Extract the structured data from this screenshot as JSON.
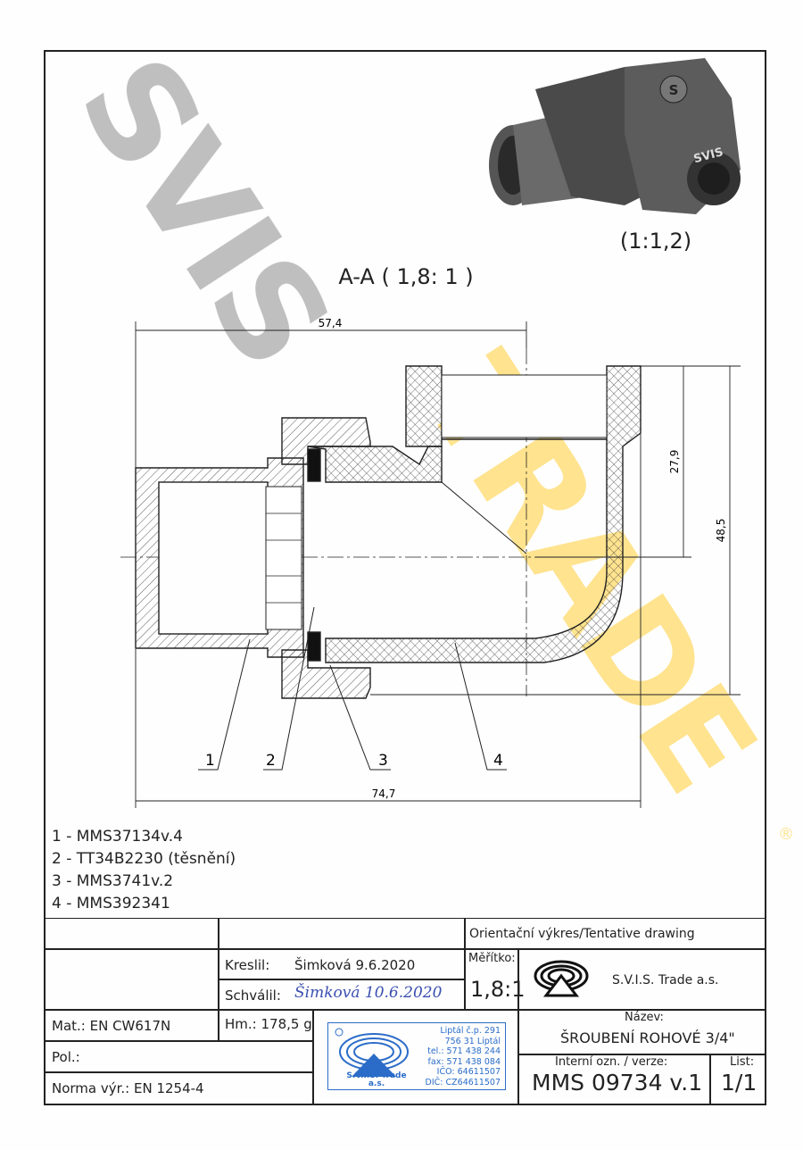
{
  "watermark": {
    "word1": "SVIS",
    "word2": "TRADE",
    "registered": "®"
  },
  "photo": {
    "scale": "(1:1,2)",
    "brand_mark": "SVIS",
    "s_mark": "S"
  },
  "section": {
    "title": "A-A ( 1,8: 1 )"
  },
  "dimensions": {
    "top_width": "57,4",
    "total_width": "74,7",
    "height_small": "27,9",
    "height_large": "48,5"
  },
  "callouts": [
    "1",
    "2",
    "3",
    "4"
  ],
  "parts": [
    "1 - MMS37134v.4",
    "2 - TT34B2230 (těsnění)",
    "3 - MMS3741v.2",
    "4 - MMS392341"
  ],
  "title_block": {
    "note": "Orientační výkres/Tentative drawing",
    "drawn_label": "Kreslil:",
    "drawn_value": "Šimková 9.6.2020",
    "approved_label": "Schválil:",
    "approved_signature": "Šimková 10.6.2020",
    "scale_label": "Měřítko:",
    "scale_value": "1,8:1",
    "company": "S.V.I.S. Trade a.s.",
    "material": "Mat.: EN CW617N",
    "mass": "Hm.: 178,5 g",
    "position": "Pol.:",
    "standard": "Norma výr.: EN 1254-4",
    "name_label": "Název:",
    "name_value": "ŠROUBENÍ ROHOVÉ 3/4\"",
    "internal_label": "Interní ozn. / verze:",
    "internal_value": "MMS 09734 v.1",
    "sheet_label": "List:",
    "sheet_value": "1/1"
  },
  "stamp": {
    "logo_text": "S.V.I.S. Trade",
    "logo_sub": "a.s.",
    "lines": [
      "Liptál č.p. 291",
      "756 31 Liptál",
      "tel.: 571 438 244",
      "fax: 571 438 084",
      "IČO: 64611507",
      "DIČ: CZ64611507"
    ]
  }
}
